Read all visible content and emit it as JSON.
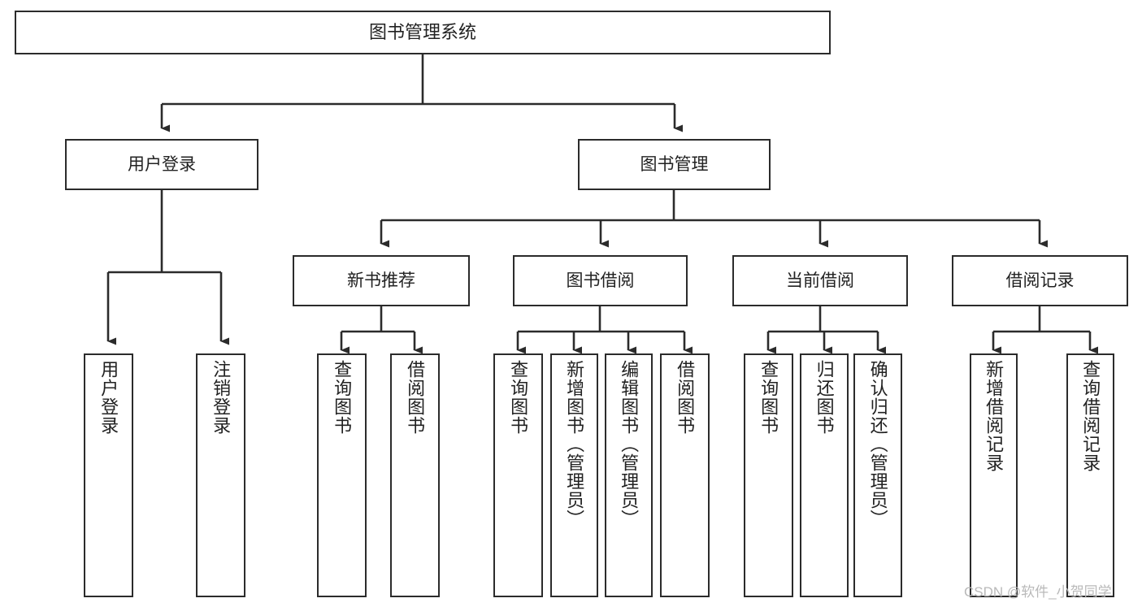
{
  "diagram": {
    "title": "图书管理系统",
    "type": "hierarchy-tree",
    "root": {
      "label": "图书管理系统"
    },
    "level2": [
      {
        "label": "用户登录"
      },
      {
        "label": "图书管理"
      }
    ],
    "level3": [
      {
        "label": "新书推荐"
      },
      {
        "label": "图书借阅"
      },
      {
        "label": "当前借阅"
      },
      {
        "label": "借阅记录"
      }
    ],
    "leaves": {
      "user_login": [
        {
          "label": "用户登录"
        },
        {
          "label": "注销登录"
        }
      ],
      "new_book_recommend": [
        {
          "label": "查询图书"
        },
        {
          "label": "借阅图书"
        }
      ],
      "book_borrow": [
        {
          "label": "查询图书"
        },
        {
          "label": "新增图书（管理员）"
        },
        {
          "label": "编辑图书（管理员）"
        },
        {
          "label": "借阅图书"
        }
      ],
      "current_borrow": [
        {
          "label": "查询图书"
        },
        {
          "label": "归还图书"
        },
        {
          "label": "确认归还（管理员）"
        }
      ],
      "borrow_record": [
        {
          "label": "新增借阅记录"
        },
        {
          "label": "查询借阅记录"
        }
      ]
    }
  },
  "watermark": {
    "text": "CSDN @软件_小贺同学"
  },
  "colors": {
    "stroke": "#2b2b2b",
    "text": "#222222",
    "background": "#ffffff",
    "watermark": "#b9b9b9"
  }
}
